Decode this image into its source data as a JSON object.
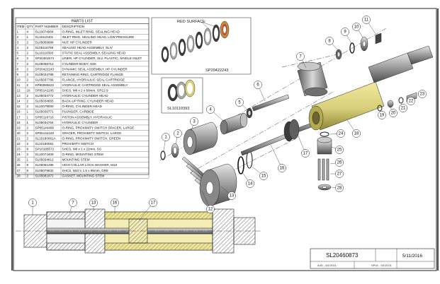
{
  "parts_list": {
    "title": "PARTS LIST",
    "headers": [
      "ITEM",
      "QTY",
      "PART NUMBER",
      "DESCRIPTION"
    ],
    "rows": [
      [
        "1",
        "4",
        "SL10074904",
        "O-RING, INLET RING, SEALING HEAD"
      ],
      [
        "2",
        "1",
        "SL10110401",
        "INLET RING, SEALING HEAD, LOW PRESSURE"
      ],
      [
        "3",
        "2",
        "SL05059688",
        "NUT, HP CYLINDER"
      ],
      [
        "4",
        "2",
        "SL05116769",
        "SEALING HEAD ASSEMBLY, SLIV"
      ],
      [
        "5",
        "2",
        "SL10110393",
        "STATIC SEAL ASSEMBLY, SEALING HEAD"
      ],
      [
        "6",
        "2",
        "SP20481574",
        "LINER, HP CYLINDER, SLV, PLASTIC, SINGLE INLET"
      ],
      [
        "7",
        "2",
        "SL05059712",
        "CYLINDER BODY, SSK"
      ],
      [
        "8",
        "2",
        "SP20422243",
        "DYNAMIC SEAL ASSEMBLY, HP CYLINDER"
      ],
      [
        "9",
        "2",
        "SL05034788",
        "RETAINING RING, CARTRIDGE FLANGE"
      ],
      [
        "10",
        "2",
        "SL05037766",
        "FLANGE, HYDRAULIC SEAL CARTRIDGE"
      ],
      [
        "11",
        "2",
        "SP80086622",
        "HYDRAULIC CARTRIDGE SEAL ASSEMBLY"
      ],
      [
        "12",
        "16",
        "SP05141106",
        "SHCS, M8 x 2 x 60mm, GR12.9"
      ],
      [
        "13",
        "2",
        "SL05034772",
        "HYDRAULIC CYLINDER HEAD"
      ],
      [
        "14",
        "2",
        "SL05034855",
        "BACK-UP RING, CYLINDER HEAD"
      ],
      [
        "15",
        "2",
        "SL10079000",
        "O-RING, CYLINDER HEAD"
      ],
      [
        "16",
        "1",
        "SL05039771",
        "PLUNGER, CARBIDE"
      ],
      [
        "17",
        "1",
        "SP05118716",
        "PISTON ASSEMBLY, HYDRAULIC"
      ],
      [
        "18",
        "1",
        "SL05034764",
        "HYDRAULIC CYLINDER"
      ],
      [
        "19",
        "2",
        "SP05144490",
        "O-RING, PROXIMITY SWITCH SPACER, LARGE"
      ],
      [
        "20",
        "2",
        "SP05144183",
        "SPACER, PROXIMITY SWITCH, LARGE"
      ],
      [
        "21",
        "2",
        "SL10180061A",
        "O-RING, PROXIMITY SWITCH, GREEN"
      ],
      [
        "22",
        "2",
        "SL10180081",
        "PROXIMITY SWITCH"
      ],
      [
        "23",
        "8",
        "SP10185572",
        "SHCS, M8 x 1 x 22mm, SS"
      ],
      [
        "24",
        "2",
        "SL10074409",
        "O-RING, MOUNTING STEM"
      ],
      [
        "25",
        "1",
        "SL05034812",
        "MOUNTING STEM"
      ],
      [
        "26",
        "8",
        "SL05061486",
        "HIGH COLLAR LOCK WASHER, M10"
      ],
      [
        "27",
        "8",
        "SL05079832",
        "SHCS, M10 x 1.5 x 85mm, GR8"
      ],
      [
        "28",
        "2",
        "SL05081872",
        "GASKET, MOUNTING STEM"
      ]
    ]
  },
  "detail_boxes": {
    "top": {
      "label_top": "RED SURFACE",
      "label_bottom": "SP20422243"
    },
    "mid": {
      "label": "SL10110393"
    }
  },
  "callouts": [
    "1",
    "2",
    "3",
    "4",
    "5",
    "6",
    "7",
    "8",
    "9",
    "10",
    "11",
    "12",
    "13",
    "14",
    "15",
    "16",
    "17",
    "18",
    "19",
    "20",
    "21",
    "22",
    "23",
    "24",
    "25",
    "26",
    "27",
    "28"
  ],
  "section_callouts": [
    "1",
    "7",
    "13",
    "16",
    "17"
  ],
  "title_block": {
    "drawing_number": "SL20460873",
    "date": "5/11/2016",
    "revision_a": "A4D - 8/1/2021",
    "revision_b": "SP04 - 9/1/2021"
  },
  "colors": {
    "line": "#222222",
    "steel": "#9a9a9a",
    "steel_light": "#cfcfcf",
    "steel_dark": "#5e5e5e",
    "brass": "#d8cf7a",
    "brass_dark": "#b3a94f",
    "copper": "#c98a3c",
    "red_surface": "#b84d3a",
    "section_hatch": "#8a8a8a"
  }
}
